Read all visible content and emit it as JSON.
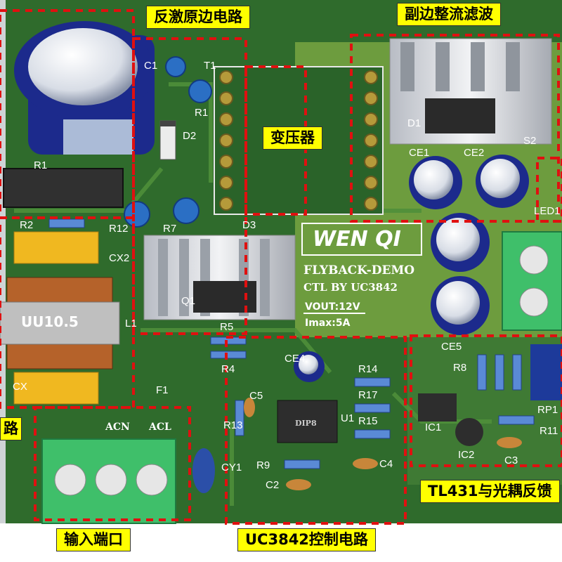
{
  "callouts": {
    "primary": "反激原边电路",
    "secondary": "副边整流滤波",
    "transformer": "变压器",
    "feedback": "TL431与光耦反馈",
    "input": "输入端口",
    "control": "UC3842控制电路",
    "left_partial": "路"
  },
  "silkscreen": {
    "brand": "WEN QI",
    "line1": "FLYBACK-DEMO",
    "line2": "CTL BY UC3842",
    "vout": "VOUT:12V",
    "imax": "Imax:5A",
    "inductor": "UU10.5",
    "ic_chip": "DIP8",
    "pins": [
      "ACN",
      "ACL"
    ]
  },
  "designators": {
    "C1": "C1",
    "T1": "T1",
    "R1": "R1",
    "D2": "D2",
    "R1b": "R1",
    "R2": "R2",
    "R12": "R12",
    "R7": "R7",
    "D3": "D3",
    "CX2": "CX2",
    "CX": "CX",
    "L1": "L1",
    "Q1": "Q1",
    "R5": "R5",
    "R4": "R4",
    "F1": "F1",
    "CE4": "CE4",
    "C5": "C5",
    "R13": "R13",
    "U1": "U1",
    "R14": "R14",
    "R17": "R17",
    "R15": "R15",
    "R9": "R9",
    "C2": "C2",
    "C4": "C4",
    "CY1": "CY1",
    "D1": "D1",
    "S2": "S2",
    "CE1": "CE1",
    "CE2": "CE2",
    "LED1": "LED1",
    "CE5": "CE5",
    "R8": "R8",
    "IC1": "IC1",
    "IC2": "IC2",
    "C3": "C3",
    "RP1": "RP1",
    "R11": "R11"
  },
  "colors": {
    "board": "#2e6e2e",
    "board_light": "#7ea84a",
    "dashed_box": "#e01010",
    "callout_bg": "#ffff00",
    "capacitor_blue": "#1a2a8a",
    "terminal_green": "#3fbf6a"
  }
}
